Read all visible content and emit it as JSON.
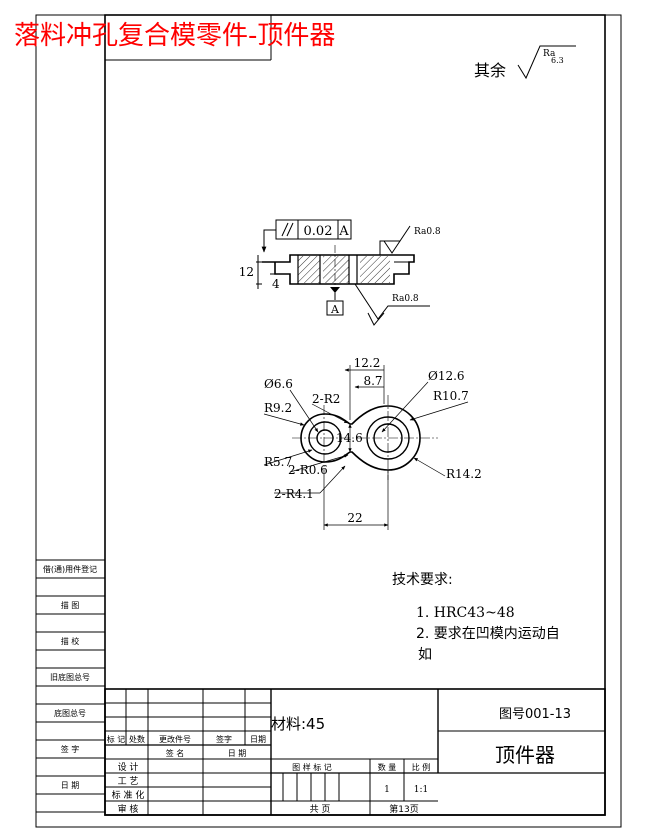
{
  "header": {
    "overlay_title": "落料冲孔复合模零件-顶件器",
    "title_color": "#ff0000"
  },
  "surface": {
    "symbol_label": "其余",
    "roughness_main": "Ra",
    "roughness_value": "6.3"
  },
  "section_view": {
    "flatness": "0.02",
    "datum": "A",
    "datum_label": "A",
    "ra_top": "Ra0.8",
    "ra_bottom": "Ra0.8",
    "dim_height": "12",
    "dim_step": "4"
  },
  "plan_view": {
    "d_12_2": "12.2",
    "d_8_7": "8.7",
    "d_phi66": "Ø6.6",
    "d_phi126": "Ø12.6",
    "d_2r2": "2-R2",
    "d_r107": "R10.7",
    "d_r92": "R9.2",
    "d_146": "14.6",
    "d_r57": "R5.7",
    "d_2r06": "2-R0.6",
    "d_r142": "R14.2",
    "d_2r41": "2-R4.1",
    "d_22": "22"
  },
  "requirements": {
    "heading": "技术要求:",
    "item1": "1.  HRC43~48",
    "item2": "2.  要求在凹模内运动自",
    "item2_cont": "如"
  },
  "left_strip": {
    "r1": "借(通)用件登记",
    "r2": "描  图",
    "r3": "描  校",
    "r4": "旧底图总号",
    "r5": "底图总号",
    "r6": "签  字",
    "r7": "日  期"
  },
  "title_block": {
    "material": "材料:45",
    "drawing_no": "图号001-13",
    "part_name": "顶件器",
    "rev_headers": [
      "标 记",
      "处数",
      "更改件号",
      "签字",
      "日期"
    ],
    "sign_name": "签 名",
    "sign_date": "日 期",
    "roles": [
      "设 计",
      "工 艺",
      "标 准 化",
      "审 核"
    ],
    "stage_label": "图 样 标 记",
    "qty_label": "数 量",
    "scale_label": "比 例",
    "qty_value": "1",
    "scale_value": "1:1",
    "total_sheets": "共  页",
    "sheet_no": "第13页"
  }
}
